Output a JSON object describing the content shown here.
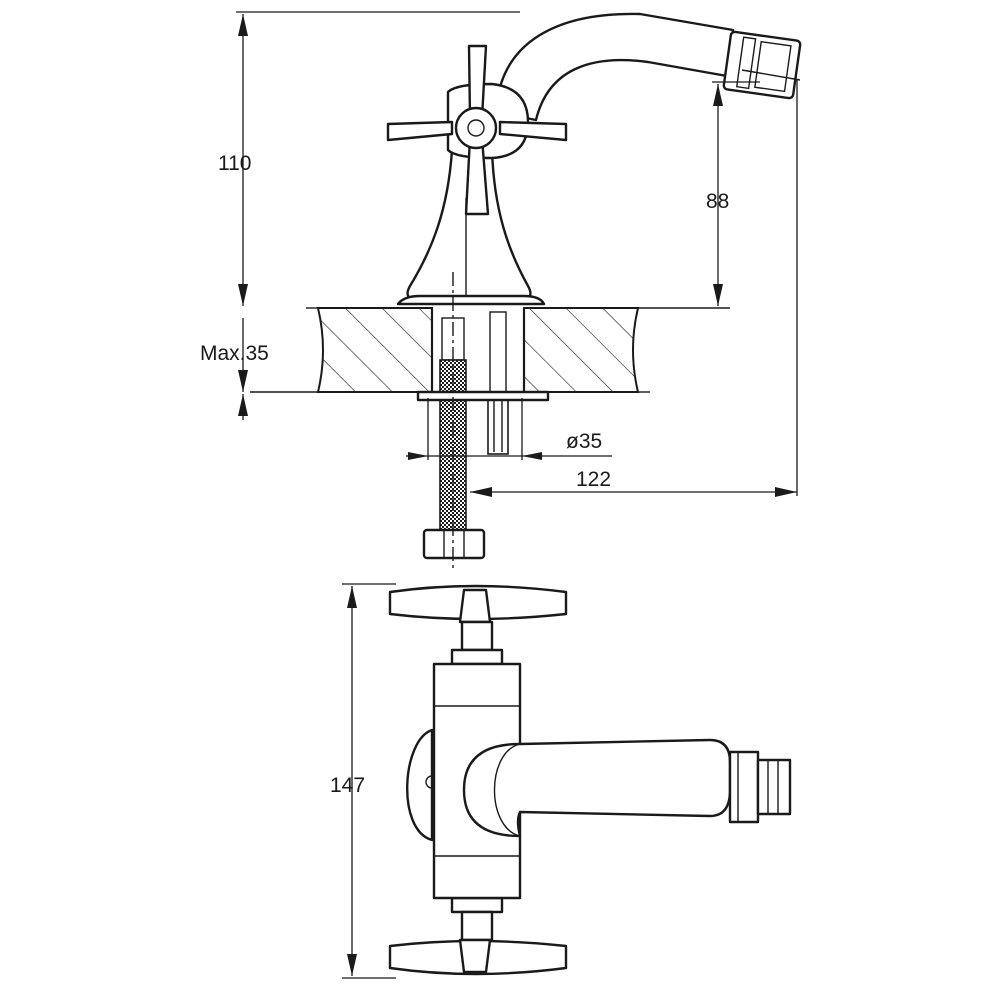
{
  "dimensions": {
    "height_total": "110",
    "spout_height": "88",
    "max_thickness": "Max.35",
    "hole_diameter": "ø35",
    "reach": "122",
    "top_view_length": "147"
  },
  "colors": {
    "line": "#1a1a1a",
    "background": "#ffffff"
  }
}
